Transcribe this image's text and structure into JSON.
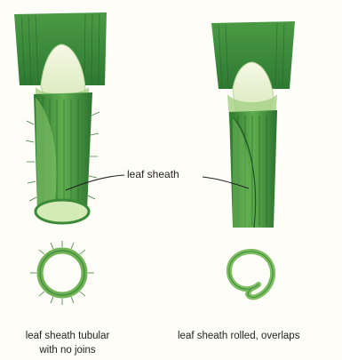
{
  "labels": {
    "center": "leaf sheath",
    "left_caption_line1": "leaf sheath tubular",
    "left_caption_line2": "with no joins",
    "right_caption": "leaf sheath rolled, overlaps"
  },
  "colors": {
    "dark_green": "#3c8a3a",
    "mid_green": "#5aa84c",
    "light_green": "#9ccf7e",
    "pale_blade": "#f4f5df",
    "outline": "#2f6b2c"
  }
}
